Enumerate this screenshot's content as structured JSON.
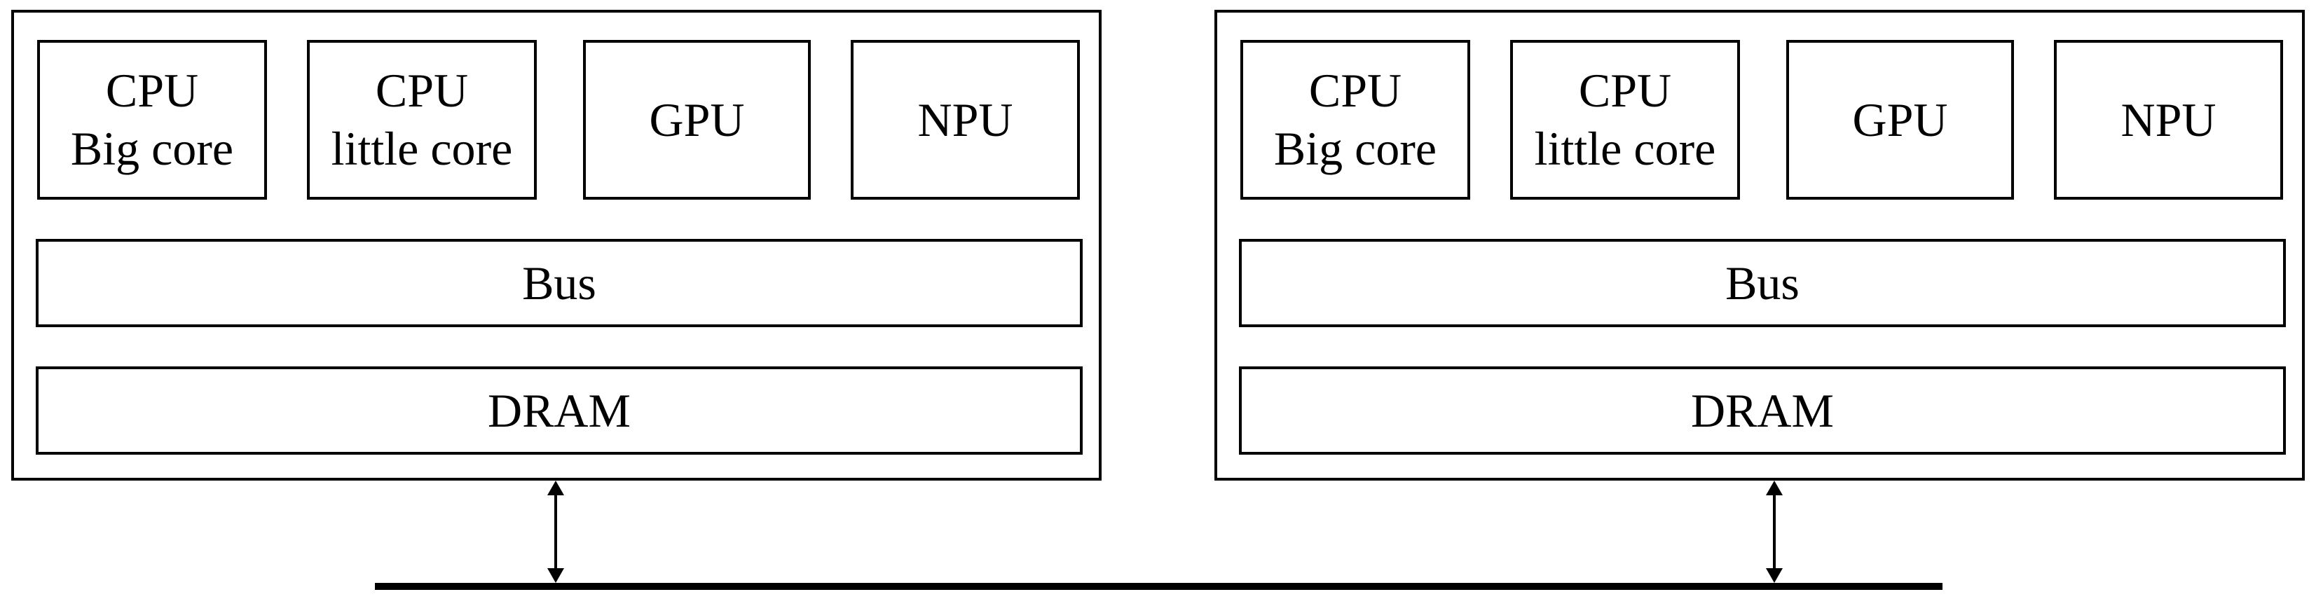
{
  "diagram": {
    "chips": [
      {
        "processors": [
          "CPU\nBig core",
          "CPU\nlittle core",
          "GPU",
          "NPU"
        ],
        "bus": "Bus",
        "dram": "DRAM"
      },
      {
        "processors": [
          "CPU\nBig core",
          "CPU\nlittle core",
          "GPU",
          "NPU"
        ],
        "bus": "Bus",
        "dram": "DRAM"
      }
    ],
    "colors": {
      "line": "#000000",
      "background": "#ffffff"
    }
  }
}
